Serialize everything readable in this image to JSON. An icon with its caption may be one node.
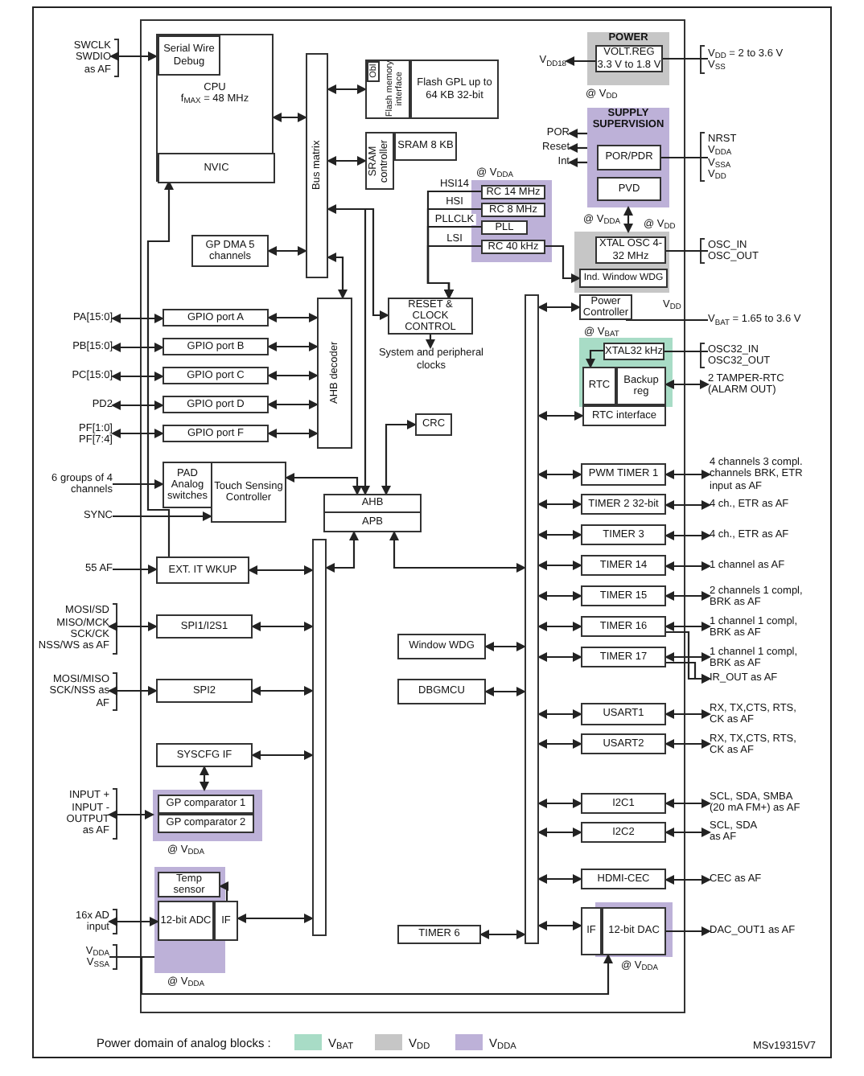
{
  "diagram": {
    "nodes": [
      {
        "text": [
          "SWCLK SWDIO as AF"
        ]
      },
      {
        "text": [
          "CPU",
          "f$_{MAX}$ = 48 MHz"
        ]
      },
      {
        "text": [
          "Serial Wire Debug"
        ],
        "in": 1
      },
      {
        "text": [
          "NVIC"
        ],
        "in": 1
      },
      {
        "text": [
          "Bus matrix"
        ]
      },
      {
        "text": [
          "Flash memory interface"
        ]
      },
      {
        "text": [
          "Obl"
        ],
        "in": 5
      },
      {
        "text": [
          "Flash GPL up to 64 KB 32-bit"
        ]
      },
      {
        "text": [
          "SRAM controller"
        ]
      },
      {
        "text": [
          "SRAM 8 KB"
        ]
      },
      {
        "text": [
          "POWER"
        ],
        "beside": [
          "@ V$_{DD}$"
        ]
      },
      {
        "text": [
          "VOLT.REG 3.3 V to 1.8 V"
        ],
        "in": 10
      },
      {
        "text": [
          "V$_{DD18}$"
        ]
      },
      {
        "text": [
          "V$_{DD}$ = 2 to 3.6 V V$_{SS}$"
        ]
      },
      {
        "text": [
          "SUPPLY SUPERVISION"
        ]
      },
      {
        "text": [
          "POR/PDR"
        ],
        "in": 14
      },
      {
        "text": [
          "PVD"
        ],
        "in": 14
      },
      {
        "text": [
          "POR"
        ]
      },
      {
        "text": [
          "Reset"
        ]
      },
      {
        "text": [
          "Int"
        ]
      },
      {
        "text": [
          "NRST V$_{DDA}$ V$_{SSA}$ V$_{DD}$"
        ]
      },
      {
        "text": [],
        "shape": "box",
        "beside": [
          "@ V$_{DDA}$"
        ]
      },
      {
        "text": [
          "RC 14 MHz"
        ],
        "in": 21
      },
      {
        "text": [
          "RC 8 MHz"
        ],
        "in": 21
      },
      {
        "text": [
          "PLL"
        ],
        "in": 21
      },
      {
        "text": [
          "RC 40 kHz"
        ],
        "in": 21
      },
      {
        "text": [],
        "shape": "box",
        "beside": [
          "@ V$_{DD}$"
        ]
      },
      {
        "text": [
          "XTAL OSC 4-32 MHz"
        ],
        "in": 26
      },
      {
        "text": [
          "Ind. Window WDG"
        ],
        "in": 26
      },
      {
        "text": [
          "OSC_IN OSC_OUT"
        ]
      },
      {
        "text": [
          "Power Controller"
        ]
      },
      {
        "text": [
          "V$_{BAT}$ = 1.65 to 3.6 V"
        ]
      },
      {
        "text": [],
        "shape": "box",
        "beside": [
          "@ V$_{BAT}$"
        ]
      },
      {
        "text": [
          "XTAL32 kHz"
        ],
        "in": 32
      },
      {
        "text": [
          "RTC"
        ],
        "in": 32
      },
      {
        "text": [
          "Backup reg"
        ],
        "in": 32
      },
      {
        "text": [
          "OSC32_IN OSC32_OUT"
        ]
      },
      {
        "text": [
          "2 TAMPER-RTC (ALARM OUT)"
        ]
      },
      {
        "text": [
          "RTC interface"
        ]
      },
      {
        "text": [
          "RESET & CLOCK CONTROL"
        ]
      },
      {
        "text": [
          "System and peripheral clocks"
        ]
      },
      {
        "text": [
          "GP DMA 5 channels"
        ]
      },
      {
        "text": [
          "AHB decoder"
        ]
      },
      {
        "text": [
          "PA[15:0]"
        ]
      },
      {
        "text": [
          "GPIO port A"
        ]
      },
      {
        "text": [
          "PB[15:0]"
        ]
      },
      {
        "text": [
          "GPIO port B"
        ]
      },
      {
        "text": [
          "PC[15:0]"
        ]
      },
      {
        "text": [
          "GPIO port C"
        ]
      },
      {
        "text": [
          "PD2"
        ]
      },
      {
        "text": [
          "GPIO port D"
        ]
      },
      {
        "text": [
          "PF[1:0] PF[7:4]"
        ]
      },
      {
        "text": [
          "GPIO port F"
        ]
      },
      {
        "text": [
          "CRC"
        ]
      },
      {
        "text": [
          "6 groups of 4 channels"
        ]
      },
      {
        "text": [
          "PAD Analog switches"
        ]
      },
      {
        "text": [
          "Touch Sensing Controller"
        ]
      },
      {
        "text": [
          "SYNC"
        ]
      },
      {
        "text": [
          "AHB"
        ]
      },
      {
        "text": [
          "APB"
        ]
      },
      {
        "text": [
          "55 AF"
        ]
      },
      {
        "text": [
          "EXT. IT WKUP"
        ]
      },
      {
        "text": [
          "MOSI/SD MISO/MCK SCK/CK NSS/WS as AF"
        ]
      },
      {
        "text": [
          "SPI1/I2S1"
        ]
      },
      {
        "text": [
          "MOSI/MISO SCK/NSS as AF"
        ]
      },
      {
        "text": [
          "SPI2"
        ]
      },
      {
        "text": [
          "SYSCFG IF"
        ]
      },
      {
        "text": [],
        "shape": "box",
        "beside": [
          "@ V$_{DDA}$"
        ]
      },
      {
        "text": [
          "GP comparator 1"
        ],
        "in": 67
      },
      {
        "text": [
          "GP comparator 2"
        ],
        "in": 67
      },
      {
        "text": [
          "INPUT + INPUT - OUTPUT as AF"
        ]
      },
      {
        "text": [],
        "shape": "box",
        "beside": [
          "@ V$_{DDA}$"
        ]
      },
      {
        "text": [
          "Temp sensor"
        ],
        "in": 71
      },
      {
        "text": [
          "12-bit ADC"
        ],
        "in": 71
      },
      {
        "text": [
          "IF"
        ]
      },
      {
        "text": [
          "16x AD input"
        ]
      },
      {
        "text": [
          "V$_{DDA}$ V$_{SSA}$"
        ]
      },
      {
        "text": [],
        "shape": "bar"
      },
      {
        "text": [],
        "shape": "bar"
      },
      {
        "text": [
          "Window WDG"
        ]
      },
      {
        "text": [
          "DBGMCU"
        ]
      },
      {
        "text": [
          "TIMER 6"
        ]
      },
      {
        "text": [
          "PWM TIMER 1"
        ]
      },
      {
        "text": [
          "TIMER 2 32-bit"
        ]
      },
      {
        "text": [
          "TIMER 3"
        ]
      },
      {
        "text": [
          "TIMER 14"
        ]
      },
      {
        "text": [
          "TIMER 15"
        ]
      },
      {
        "text": [
          "TIMER 16"
        ]
      },
      {
        "text": [
          "TIMER 17"
        ]
      },
      {
        "text": [
          "USART1"
        ]
      },
      {
        "text": [
          "USART2"
        ]
      },
      {
        "text": [
          "I2C1"
        ]
      },
      {
        "text": [
          "I2C2"
        ]
      },
      {
        "text": [
          "HDMI-CEC"
        ]
      },
      {
        "text": [],
        "shape": "box"
      },
      {
        "text": [
          "IF"
        ]
      },
      {
        "text": [
          "12-bit DAC"
        ],
        "in": 94
      },
      {
        "text": [
          "4 channels 3 compl. channels BRK, ETR input as AF"
        ]
      },
      {
        "text": [
          "4 ch., ETR as AF"
        ]
      },
      {
        "text": [
          "4 ch., ETR as AF"
        ]
      },
      {
        "text": [
          "1 channel as AF"
        ]
      },
      {
        "text": [
          "2 channels 1 compl, BRK as AF"
        ]
      },
      {
        "text": [
          "1 channel 1 compl, BRK as AF"
        ]
      },
      {
        "text": [
          "1 channel 1 compl, BRK as AF"
        ]
      },
      {
        "text": [
          "IR_OUT as AF"
        ]
      },
      {
        "text": [
          "RX, TX,CTS, RTS, CK as AF"
        ]
      },
      {
        "text": [
          "RX, TX,CTS, RTS, CK as AF"
        ]
      },
      {
        "text": [
          "SCL, SDA, SMBA (20 mA FM+) as AF"
        ]
      },
      {
        "text": [
          "SCL, SDA as AF"
        ]
      },
      {
        "text": [
          "CEC as AF"
        ]
      },
      {
        "text": [
          "DAC_OUT1 as AF"
        ]
      }
    ],
    "edges": [
      {
        "from": 0,
        "to": 2,
        "arrow": "both"
      },
      {
        "from": 1,
        "to": 4,
        "arrow": "both"
      },
      {
        "from": 4,
        "to": 5,
        "arrow": "both"
      },
      {
        "from": 4,
        "to": 8,
        "arrow": "both"
      },
      {
        "from": 41,
        "to": 4,
        "arrow": "both"
      },
      {
        "from": 4,
        "to": 39,
        "arrow": "both"
      },
      {
        "from": 4,
        "to": 42,
        "arrow": "both"
      },
      {
        "from": 4,
        "to": 58,
        "arrow": "to"
      },
      {
        "from": 42,
        "to": 44,
        "arrow": "both"
      },
      {
        "from": 42,
        "to": 46,
        "arrow": "both"
      },
      {
        "from": 42,
        "to": 48,
        "arrow": "both"
      },
      {
        "from": 42,
        "to": 50,
        "arrow": "both"
      },
      {
        "from": 42,
        "to": 52,
        "arrow": "both"
      },
      {
        "from": 43,
        "to": 44,
        "arrow": "both"
      },
      {
        "from": 45,
        "to": 46,
        "arrow": "both"
      },
      {
        "from": 47,
        "to": 48,
        "arrow": "both"
      },
      {
        "from": 49,
        "to": 50,
        "arrow": "both"
      },
      {
        "from": 51,
        "to": 52,
        "arrow": "both"
      },
      {
        "from": 53,
        "to": 58,
        "arrow": "both"
      },
      {
        "from": 56,
        "to": 58,
        "arrow": "both"
      },
      {
        "from": 54,
        "to": 55,
        "arrow": "to"
      },
      {
        "from": 57,
        "to": 56,
        "arrow": "to"
      },
      {
        "from": 60,
        "to": 61,
        "arrow": "to"
      },
      {
        "from": 61,
        "to": 3,
        "arrow": "to"
      },
      {
        "from": 62,
        "to": 63,
        "arrow": "both"
      },
      {
        "from": 64,
        "to": 65,
        "arrow": "both"
      },
      {
        "from": 61,
        "to": 77,
        "arrow": "both"
      },
      {
        "from": 63,
        "to": 77,
        "arrow": "both"
      },
      {
        "from": 65,
        "to": 77,
        "arrow": "both"
      },
      {
        "from": 66,
        "to": 77,
        "arrow": "both"
      },
      {
        "from": 74,
        "to": 77,
        "arrow": "both"
      },
      {
        "from": 66,
        "to": 67,
        "arrow": "both"
      },
      {
        "from": 70,
        "to": 67,
        "arrow": "both"
      },
      {
        "from": 75,
        "to": 73,
        "arrow": "both"
      },
      {
        "from": 74,
        "to": 72,
        "arrow": "to"
      },
      {
        "from": 76,
        "to": 71,
        "arrow": "none"
      },
      {
        "from": 76,
        "to": 96,
        "arrow": "to"
      },
      {
        "from": 77,
        "to": 59,
        "arrow": "both"
      },
      {
        "from": 59,
        "to": 78,
        "arrow": "both"
      },
      {
        "from": 79,
        "to": 78,
        "arrow": "both"
      },
      {
        "from": 80,
        "to": 78,
        "arrow": "both"
      },
      {
        "from": 81,
        "to": 78,
        "arrow": "both"
      },
      {
        "from": 78,
        "to": 30,
        "arrow": "both"
      },
      {
        "from": 78,
        "to": 38,
        "arrow": "both"
      },
      {
        "from": 78,
        "to": 82,
        "arrow": "both"
      },
      {
        "from": 78,
        "to": 83,
        "arrow": "both"
      },
      {
        "from": 78,
        "to": 84,
        "arrow": "both"
      },
      {
        "from": 78,
        "to": 85,
        "arrow": "both"
      },
      {
        "from": 78,
        "to": 86,
        "arrow": "both"
      },
      {
        "from": 78,
        "to": 87,
        "arrow": "both"
      },
      {
        "from": 78,
        "to": 88,
        "arrow": "both"
      },
      {
        "from": 78,
        "to": 89,
        "arrow": "both"
      },
      {
        "from": 78,
        "to": 90,
        "arrow": "both"
      },
      {
        "from": 78,
        "to": 91,
        "arrow": "both"
      },
      {
        "from": 78,
        "to": 92,
        "arrow": "both"
      },
      {
        "from": 78,
        "to": 93,
        "arrow": "both"
      },
      {
        "from": 78,
        "to": 95,
        "arrow": "both"
      },
      {
        "from": 82,
        "to": 97,
        "arrow": "both"
      },
      {
        "from": 83,
        "to": 98,
        "arrow": "both"
      },
      {
        "from": 84,
        "to": 99,
        "arrow": "both"
      },
      {
        "from": 85,
        "to": 100,
        "arrow": "both"
      },
      {
        "from": 86,
        "to": 101,
        "arrow": "both"
      },
      {
        "from": 87,
        "to": 102,
        "arrow": "both"
      },
      {
        "from": 88,
        "to": 103,
        "arrow": "both"
      },
      {
        "from": 87,
        "to": 104,
        "arrow": "to"
      },
      {
        "from": 88,
        "to": 104,
        "arrow": "to"
      },
      {
        "from": 89,
        "to": 105,
        "arrow": "both"
      },
      {
        "from": 90,
        "to": 106,
        "arrow": "both"
      },
      {
        "from": 91,
        "to": 107,
        "arrow": "both"
      },
      {
        "from": 92,
        "to": 108,
        "arrow": "both"
      },
      {
        "from": 93,
        "to": 109,
        "arrow": "both"
      },
      {
        "from": 96,
        "to": 110,
        "arrow": "to"
      },
      {
        "from": 11,
        "to": 12,
        "arrow": "to"
      },
      {
        "from": 13,
        "to": 11,
        "arrow": "none"
      },
      {
        "from": 14,
        "to": 17,
        "arrow": "to"
      },
      {
        "from": 14,
        "to": 18,
        "arrow": "to"
      },
      {
        "from": 14,
        "to": 19,
        "arrow": "to"
      },
      {
        "from": 20,
        "to": 15,
        "arrow": "none"
      },
      {
        "from": 14,
        "to": 26,
        "arrow": "both",
        "label": "@ V$_{DDA}$"
      },
      {
        "from": 29,
        "to": 27,
        "arrow": "none"
      },
      {
        "from": 31,
        "to": 30,
        "arrow": "none"
      },
      {
        "from": 36,
        "to": 33,
        "arrow": "none"
      },
      {
        "from": 37,
        "to": 35,
        "arrow": "both"
      },
      {
        "from": 33,
        "to": 34,
        "arrow": "to"
      },
      {
        "from": 22,
        "to": 39,
        "arrow": "to",
        "label": "HSI14"
      },
      {
        "from": 23,
        "to": 39,
        "arrow": "to",
        "label": "HSI"
      },
      {
        "from": 24,
        "to": 39,
        "arrow": "to",
        "label": "PLLCLK"
      },
      {
        "from": 25,
        "to": 39,
        "arrow": "to",
        "label": "LSI"
      },
      {
        "from": 25,
        "to": 28,
        "arrow": "to"
      },
      {
        "from": 39,
        "to": 40,
        "arrow": "to"
      }
    ],
    "labels": [
      "V$_{DD}$",
      "@ V$_{DDA}$",
      "Power domain of analog blocks :",
      "MSv19315V7"
    ],
    "legend": [
      {
        "text": "V$_{BAT}$",
        "color": "#a8dcc6"
      },
      {
        "text": "V$_{DD}$",
        "color": "#c6c6c6"
      },
      {
        "text": "V$_{DDA}$",
        "color": "#bdb1d8"
      }
    ]
  }
}
